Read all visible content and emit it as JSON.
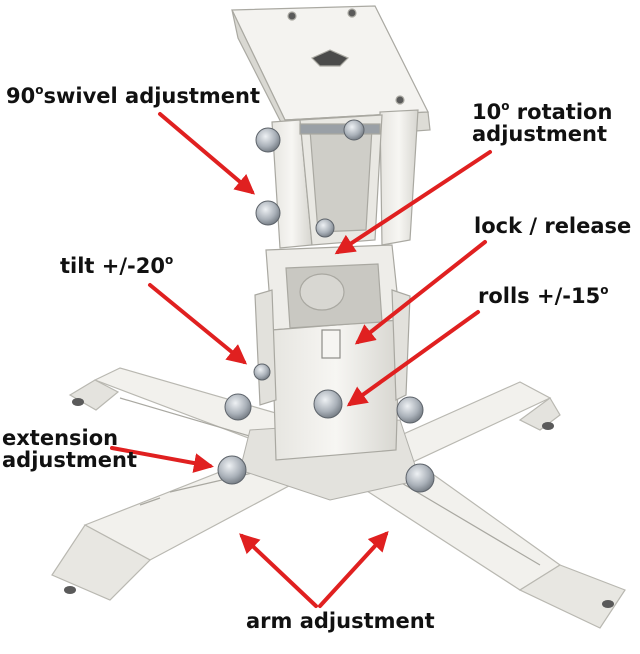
{
  "labels": {
    "swivel": {
      "pre": "90",
      "deg": "o",
      "post": "swivel adjustment"
    },
    "rotation": {
      "pre": "10",
      "deg": "o",
      "post": " rotation",
      "line2": "adjustment"
    },
    "lock": {
      "text": "lock / release"
    },
    "tilt": {
      "pre": "tilt +/-20",
      "deg": "o"
    },
    "rolls": {
      "pre": "rolls +/-15",
      "deg": "o"
    },
    "extension": {
      "line1": "extension",
      "line2": "adjustment"
    },
    "arm": {
      "text": "arm adjustment"
    }
  },
  "colors": {
    "arrow": "#e02020",
    "metal": "#f1f0ec",
    "metal_shade": "#c9c8c2",
    "bolt": "#b9bec4",
    "text": "#111111"
  }
}
